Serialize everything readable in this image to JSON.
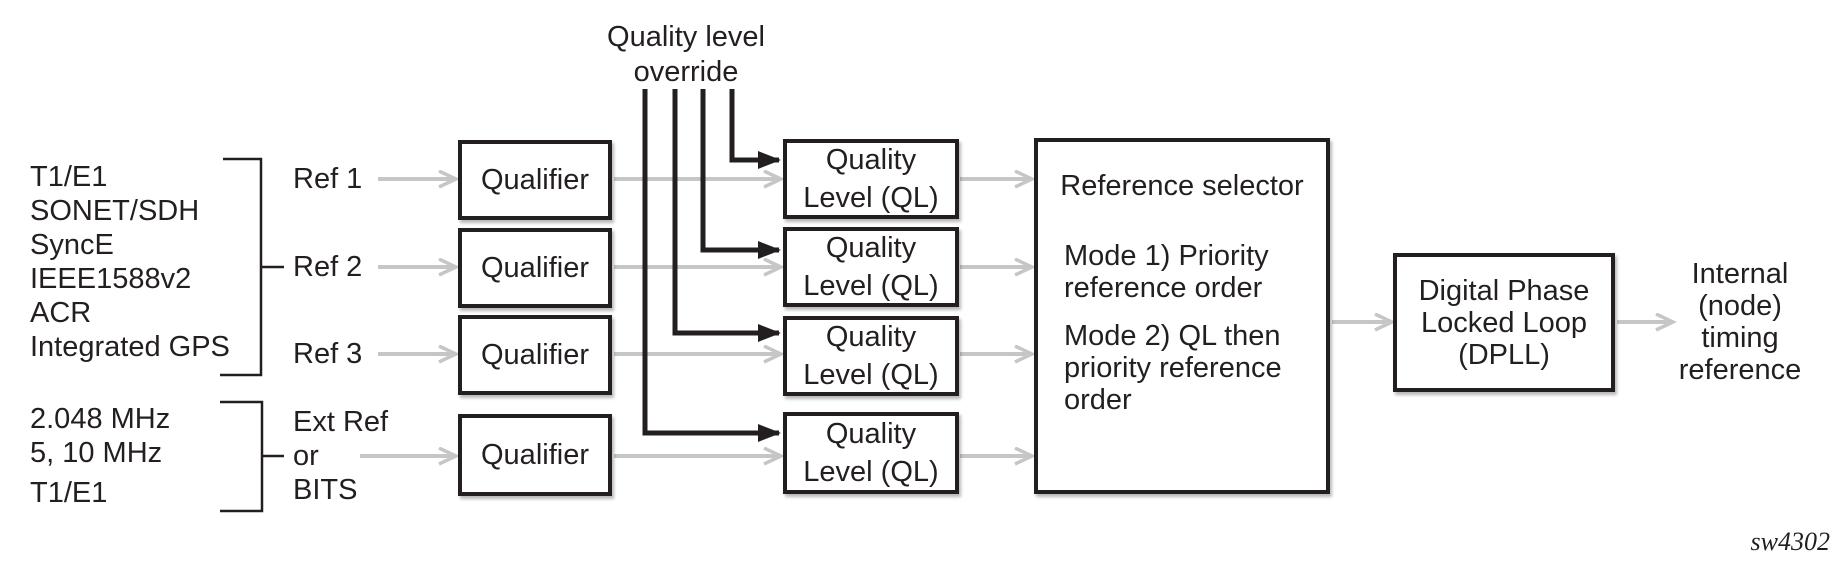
{
  "colors": {
    "ink": "#231f20",
    "arrow": "#c6c6c6",
    "background": "#ffffff"
  },
  "override": {
    "lines": [
      "Quality level",
      "override"
    ]
  },
  "inputs_top": {
    "lines": [
      "T1/E1",
      "SONET/SDH",
      "SyncE",
      "IEEE1588v2",
      "ACR",
      "Integrated GPS"
    ]
  },
  "inputs_bottom": {
    "lines": [
      "2.048 MHz",
      "5, 10 MHz",
      "T1/E1"
    ]
  },
  "refs": {
    "ref1": "Ref 1",
    "ref2": "Ref 2",
    "ref3": "Ref 3"
  },
  "ext_ref": {
    "lines": [
      "Ext Ref",
      "or",
      "BITS"
    ]
  },
  "qualifier": {
    "label": "Qualifier"
  },
  "quality_level": {
    "lines": [
      "Quality",
      "Level (QL)"
    ]
  },
  "selector": {
    "title_lines": [
      "Reference",
      "selector"
    ],
    "modes": [
      "Mode 1) Priority reference order",
      "Mode 2) QL then priority reference order"
    ]
  },
  "dpll": {
    "lines": [
      "Digital Phase",
      "Locked Loop",
      "(DPLL)"
    ]
  },
  "output": {
    "lines": [
      "Internal",
      "(node)",
      "timing",
      "reference"
    ]
  },
  "figure_id": "sw4302"
}
